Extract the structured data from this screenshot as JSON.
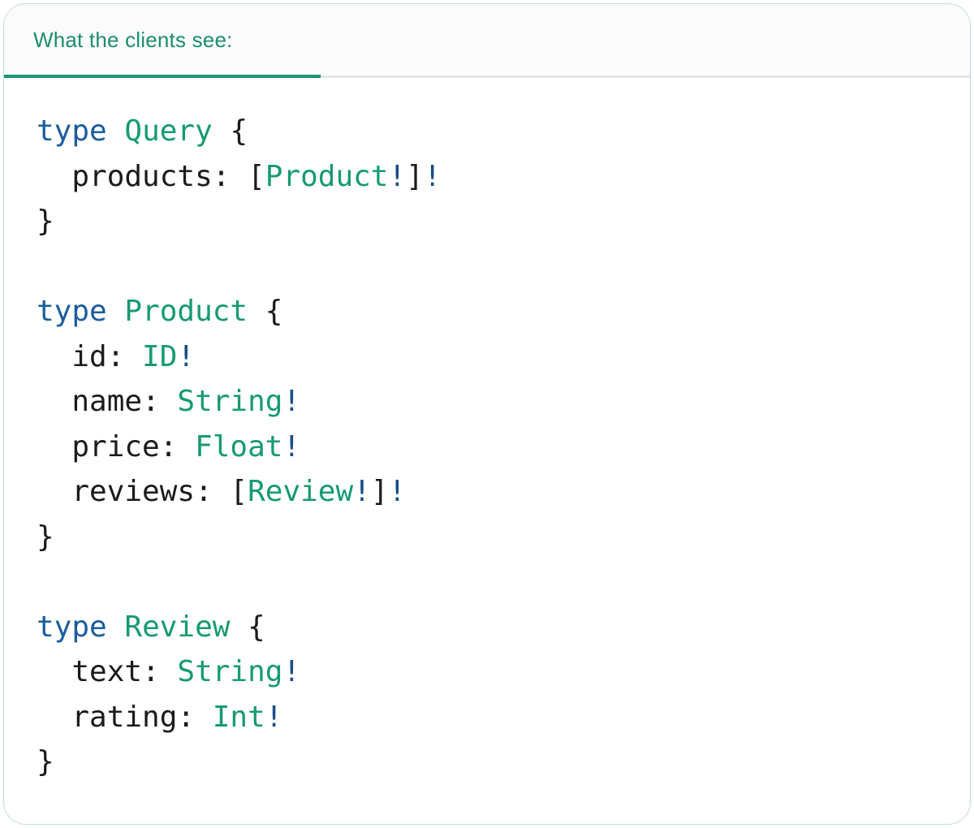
{
  "panel": {
    "tab_label": "What the clients see:"
  },
  "colors": {
    "accent_green": "#149772",
    "tab_text": "#1b8e6c",
    "card_border": "#c4dccd",
    "divider": "#e6e6e6",
    "header_bg": "#fbfbfb",
    "code_keyword": "#1b5c9e",
    "code_typename": "#169a72",
    "code_plain": "#1b1b1b",
    "code_bang": "#1a4d8a"
  },
  "code": {
    "language": "graphql",
    "lines": [
      [
        {
          "s": "kw",
          "v": "type"
        },
        {
          "s": "plain",
          "v": " "
        },
        {
          "s": "type",
          "v": "Query"
        },
        {
          "s": "plain",
          "v": " {"
        }
      ],
      [
        {
          "s": "plain",
          "v": "  products: ["
        },
        {
          "s": "type",
          "v": "Product"
        },
        {
          "s": "bang",
          "v": "!"
        },
        {
          "s": "plain",
          "v": "]"
        },
        {
          "s": "bang",
          "v": "!"
        }
      ],
      [
        {
          "s": "plain",
          "v": "}"
        }
      ],
      [],
      [
        {
          "s": "kw",
          "v": "type"
        },
        {
          "s": "plain",
          "v": " "
        },
        {
          "s": "type",
          "v": "Product"
        },
        {
          "s": "plain",
          "v": " {"
        }
      ],
      [
        {
          "s": "plain",
          "v": "  id: "
        },
        {
          "s": "type",
          "v": "ID"
        },
        {
          "s": "bang",
          "v": "!"
        }
      ],
      [
        {
          "s": "plain",
          "v": "  name: "
        },
        {
          "s": "type",
          "v": "String"
        },
        {
          "s": "bang",
          "v": "!"
        }
      ],
      [
        {
          "s": "plain",
          "v": "  price: "
        },
        {
          "s": "type",
          "v": "Float"
        },
        {
          "s": "bang",
          "v": "!"
        }
      ],
      [
        {
          "s": "plain",
          "v": "  reviews: ["
        },
        {
          "s": "type",
          "v": "Review"
        },
        {
          "s": "bang",
          "v": "!"
        },
        {
          "s": "plain",
          "v": "]"
        },
        {
          "s": "bang",
          "v": "!"
        }
      ],
      [
        {
          "s": "plain",
          "v": "}"
        }
      ],
      [],
      [
        {
          "s": "kw",
          "v": "type"
        },
        {
          "s": "plain",
          "v": " "
        },
        {
          "s": "type",
          "v": "Review"
        },
        {
          "s": "plain",
          "v": " {"
        }
      ],
      [
        {
          "s": "plain",
          "v": "  text: "
        },
        {
          "s": "type",
          "v": "String"
        },
        {
          "s": "bang",
          "v": "!"
        }
      ],
      [
        {
          "s": "plain",
          "v": "  rating: "
        },
        {
          "s": "type",
          "v": "Int"
        },
        {
          "s": "bang",
          "v": "!"
        }
      ],
      [
        {
          "s": "plain",
          "v": "}"
        }
      ]
    ]
  }
}
